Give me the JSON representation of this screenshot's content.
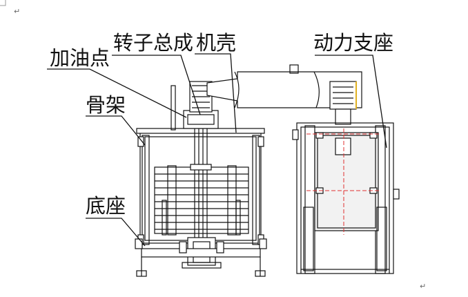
{
  "labels": {
    "oil_point": "加油点",
    "rotor_assembly": "转子总成",
    "housing": "机壳",
    "power_mount": "动力支座",
    "frame": "骨架",
    "base": "底座"
  },
  "paragraph_marks": [
    "↵",
    "↵"
  ],
  "colors": {
    "line": "#111111",
    "centerline": "#e03030",
    "bolt_accent": "#e0b020",
    "motor_fill": "#f2f2f2"
  }
}
